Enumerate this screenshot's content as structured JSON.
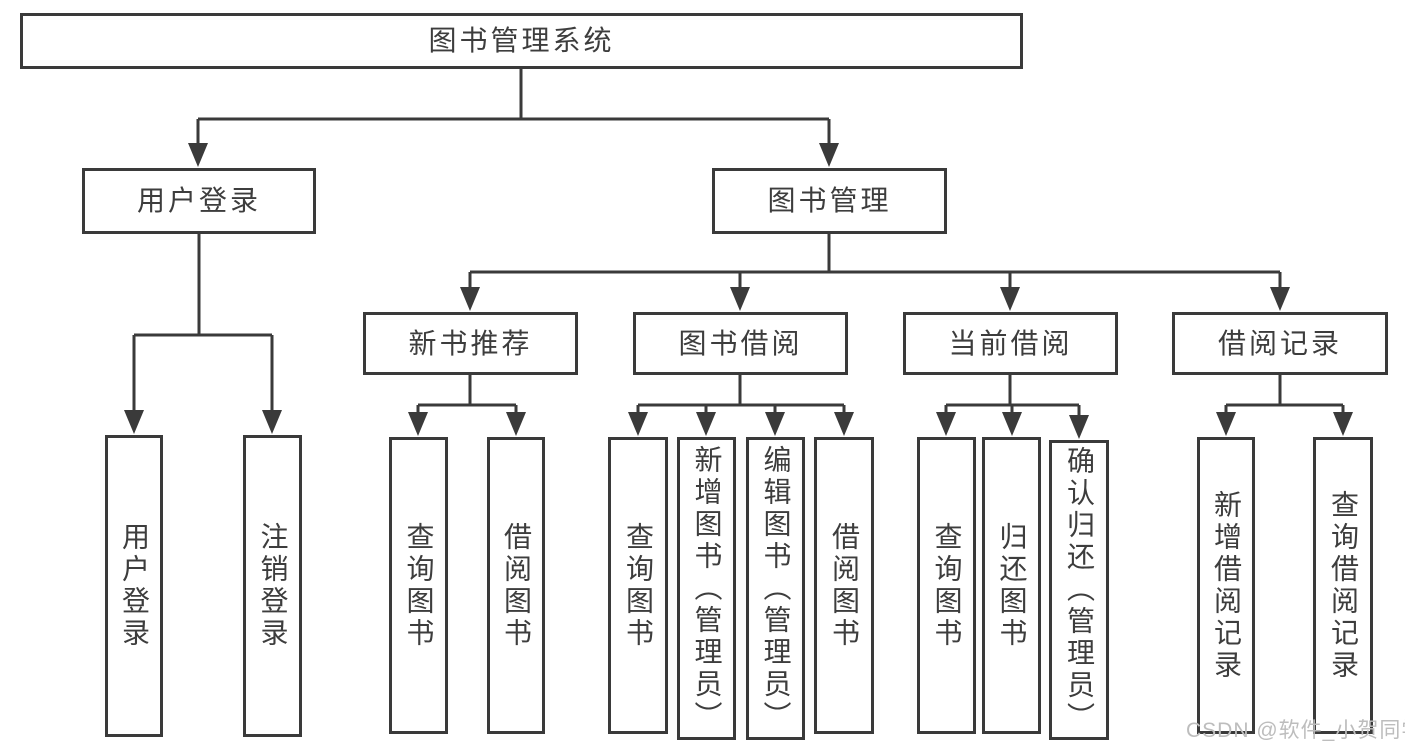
{
  "diagram": {
    "title": "图书管理系统",
    "nodes": {
      "root": "图书管理系统",
      "user_login": "用户登录",
      "book_management": "图书管理",
      "new_book_recommend": "新书推荐",
      "book_borrow": "图书借阅",
      "current_borrow": "当前借阅",
      "borrow_record": "借阅记录",
      "login": "用户登录",
      "logout": "注销登录",
      "nb_query_book": "查询图书",
      "nb_borrow_book": "借阅图书",
      "bb_query_book": "查询图书",
      "bb_add_book": "新增图书（管理员）",
      "bb_edit_book": "编辑图书（管理员）",
      "bb_borrow_book": "借阅图书",
      "cb_query_book": "查询图书",
      "cb_return_book": "归还图书",
      "cb_confirm_return": "确认归还（管理员）",
      "br_add_record": "新增借阅记录",
      "br_query_record": "查询借阅记录"
    },
    "watermark": "CSDN @软件_小贺同学",
    "colors": {
      "line": "#3a3a3a",
      "text": "#3d3d3d",
      "background": "#ffffff",
      "watermark": "#bdbdbd"
    }
  }
}
